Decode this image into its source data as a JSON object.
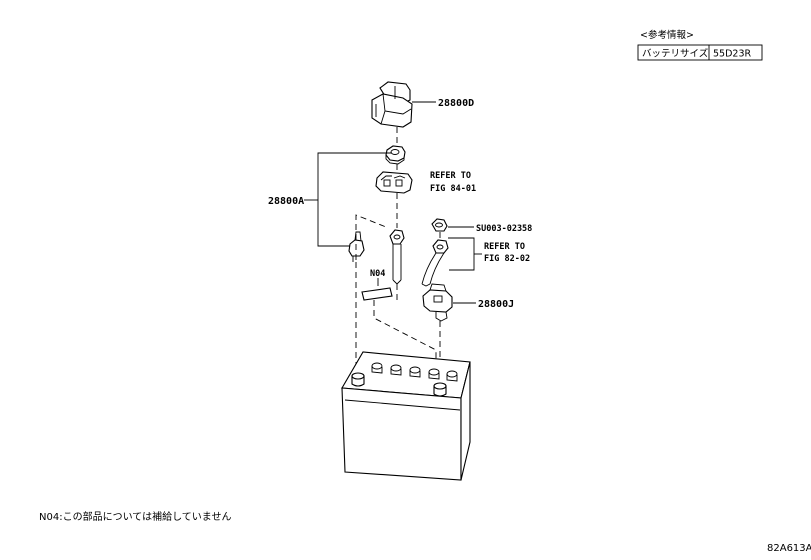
{
  "reference_info": {
    "heading": "<参考情報>",
    "battery_size_label": "バッテリサイズ",
    "battery_size_value": "55D23R"
  },
  "parts": {
    "cover": "28800D",
    "clamp_assembly": "28800A",
    "refer_fig_84": [
      "REFER TO",
      "FIG 84-01"
    ],
    "bolt": "SU003-02358",
    "refer_fig_82": [
      "REFER TO",
      "FIG 82-02"
    ],
    "n04": "N04",
    "terminal_clamp": "28800J"
  },
  "footnote": "N04:この部品については補給していません",
  "diagram_code": "82A613A"
}
